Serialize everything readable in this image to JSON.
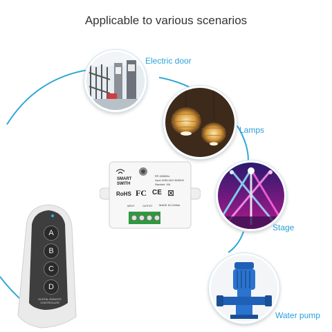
{
  "header": {
    "title": "Applicable to various scenarios"
  },
  "scenarios": [
    {
      "label": "Electric door"
    },
    {
      "label": "Lamps"
    },
    {
      "label": "Stage"
    },
    {
      "label": "Water pump"
    }
  ],
  "device": {
    "brand_line1": "SMART",
    "brand_line2": "SWITH",
    "freq": "RF:433MHz",
    "input": "Input: AC85-240V 50/60HZ",
    "load": "Standard: 10A",
    "made_in": "MADE IN CHINA",
    "cert_rohs": "RoHS",
    "cert_fc": "FC",
    "cert_ce": "CE",
    "terminal_in": "INPUT",
    "terminal_out": "OUTPUT"
  },
  "remote": {
    "buttons": [
      "A",
      "B",
      "C",
      "D"
    ],
    "caption": "DIGITAL REMOTE CONTROLLER"
  },
  "colors": {
    "accent": "#2aa0d8",
    "arc": "#2fa8d6",
    "title": "#333333"
  }
}
